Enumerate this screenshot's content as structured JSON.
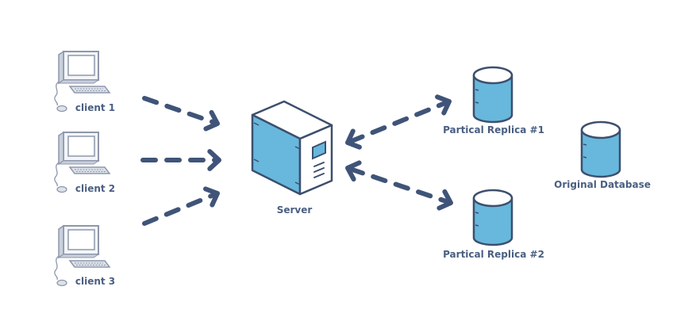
{
  "diagram": {
    "type": "client-server replication architecture",
    "colors": {
      "arrow": "#3f5478",
      "fill_blue": "#67b8dc",
      "outline": "#3d4f6e",
      "label": "#4a5f82",
      "client_gray": "#8e98ab"
    },
    "nodes": {
      "clients": [
        {
          "id": "client1",
          "label": "client 1",
          "icon": "desktop-computer-icon"
        },
        {
          "id": "client2",
          "label": "client 2",
          "icon": "desktop-computer-icon"
        },
        {
          "id": "client3",
          "label": "client 3",
          "icon": "desktop-computer-icon"
        }
      ],
      "server": {
        "id": "server",
        "label": "Server",
        "icon": "server-tower-icon"
      },
      "replicas": [
        {
          "id": "replica1",
          "label": "Partical Replica #1",
          "icon": "database-cylinder-icon"
        },
        {
          "id": "replica2",
          "label": "Partical Replica #2",
          "icon": "database-cylinder-icon"
        }
      ],
      "original": {
        "id": "original",
        "label": "Original Database",
        "icon": "database-cylinder-icon"
      }
    },
    "edges": [
      {
        "from": "client1",
        "to": "server",
        "style": "dashed",
        "direction": "one-way"
      },
      {
        "from": "client2",
        "to": "server",
        "style": "dashed",
        "direction": "one-way"
      },
      {
        "from": "client3",
        "to": "server",
        "style": "dashed",
        "direction": "one-way"
      },
      {
        "from": "server",
        "to": "replica1",
        "style": "dashed",
        "direction": "two-way"
      },
      {
        "from": "server",
        "to": "replica2",
        "style": "dashed",
        "direction": "two-way"
      }
    ]
  }
}
